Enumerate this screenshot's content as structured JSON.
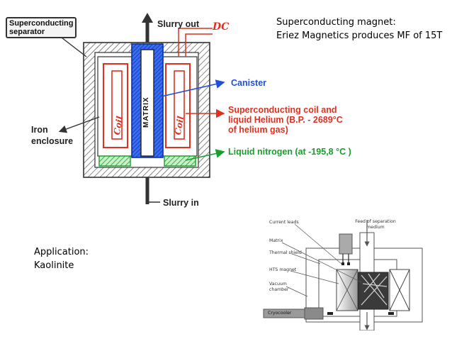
{
  "top_right": {
    "line1": "Superconducting magnet:",
    "line2": "Eriez Magnetics produces MF of 15T"
  },
  "application": {
    "line1": "Application:",
    "line2": "Kaolinite"
  },
  "separator_diagram": {
    "tag_line1": "Superconducting",
    "tag_line2": "separator",
    "slurry_out": "Slurry out",
    "slurry_in": "Slurry in",
    "dc": "DC",
    "canister": "Canister",
    "coil_line1": "Superconducting coil and",
    "coil_line2": "liquid Helium (B.P. - 2689°C",
    "coil_line3": "of helium gas)",
    "nitrogen": "Liquid nitrogen (at -195,8 °C )",
    "iron_line1": "Iron",
    "iron_line2": "enclosure",
    "matrix": "MATRIX",
    "coil_left": "Coil",
    "coil_right": "Coil"
  },
  "hts_diagram": {
    "current_leads": "Current leads",
    "feed_line1": "Feed of separation",
    "feed_line2": "medium",
    "matrix": "Matrix",
    "thermal_shield": "Thermal shield",
    "hts_magnet": "HTS magnet",
    "vacuum_line1": "Vacuum",
    "vacuum_line2": "chamber",
    "cryocooler": "Cryocooler"
  },
  "colors": {
    "coil_red": "#e03020",
    "canister_blue": "#1f4fd8",
    "nitrogen_green": "#17a02a",
    "iron_gray": "#555555"
  }
}
